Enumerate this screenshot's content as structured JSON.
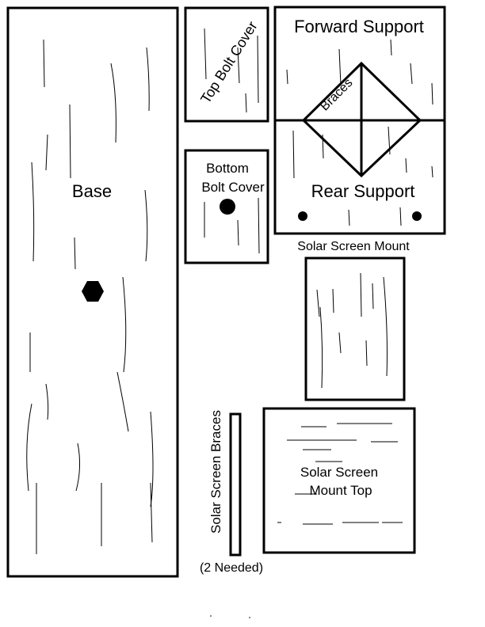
{
  "pieces": {
    "base": "Base",
    "top_bolt_cover": "Top Bolt Cover",
    "bottom_bolt_cover_line1": "Bottom",
    "bottom_bolt_cover_line2": "Bolt Cover",
    "forward_support": "Forward Support",
    "rear_support": "Rear Support",
    "braces": "Braces",
    "solar_screen_mount": "Solar Screen Mount",
    "solar_screen_braces": "Solar Screen Braces",
    "two_needed": "(2 Needed)",
    "mount_top_line1": "Solar Screen",
    "mount_top_line2": "Mount Top"
  }
}
